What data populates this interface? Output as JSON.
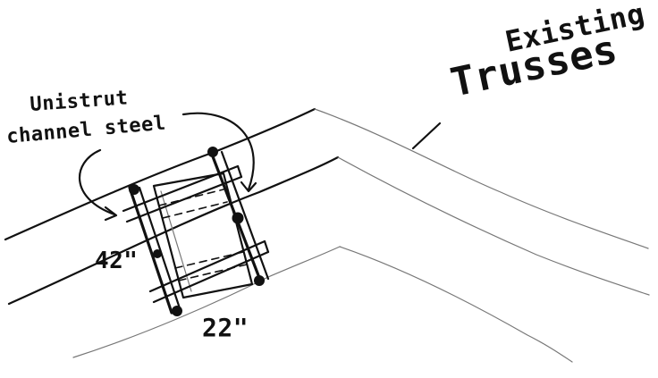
{
  "labels": {
    "existing": "Existing",
    "trusses": "Trusses",
    "unistrut_line1": "Unistrut",
    "unistrut_line2": "channel steel",
    "dim_height": "42\"",
    "dim_width": "22\""
  }
}
